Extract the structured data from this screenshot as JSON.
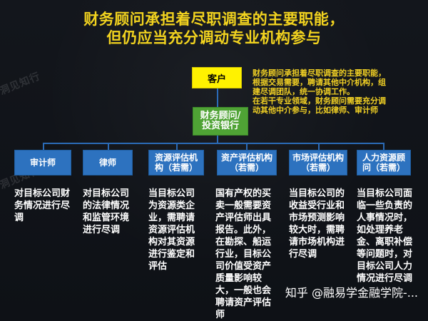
{
  "title": {
    "line1": "财务顾问承担着尽职调查的主要职能，",
    "line2": "但仍应当充分调动专业机构参与"
  },
  "client_box": {
    "label": "客户"
  },
  "advisor_box": {
    "label": "财务顾问/投资银行"
  },
  "note": {
    "line1": "财务顾问承担着尽职调查的主要职能，",
    "line2": "根据交易需要，聘请其他中介机构，组",
    "line3": "建尽调团队，统一协调工作。",
    "line4": "在若干专业领域，财务顾问需要充分调",
    "line5": "动其他中介参与，比如律师、审计师"
  },
  "agencies": [
    {
      "name": "审计师",
      "desc": "对目标公司财务情况进行尽调"
    },
    {
      "name": "律师",
      "desc": "对目标公司的法律情况和监管环境进行尽调"
    },
    {
      "name": "资源评估机构（若需）",
      "desc": "当目标公司为资源类企业，需聘请资源评估机构对其资源进行鉴定和评估"
    },
    {
      "name": "资产评估机构（若需）",
      "desc": "国有产权的买卖一般需要资产评估师出具报告。此外，在勘探、船运行业，目标公司价值受资产质量影响较大，一般也会聘请资产评估师"
    },
    {
      "name": "市场评估机构（若需）",
      "desc": "当目标公司的收益受行业和市场预测影响较大时，需聘请市场机构进行尽调"
    },
    {
      "name": "人力资源顾问（若需）",
      "desc": "当目标公司面临一些负责的人事情况时，如处理养老金、离职补偿等问题时，对目标公司人力情况进行尽调"
    }
  ],
  "watermarks": {
    "left": "洞见知行",
    "bottom": "知乎 @融易学金融学院-..."
  }
}
